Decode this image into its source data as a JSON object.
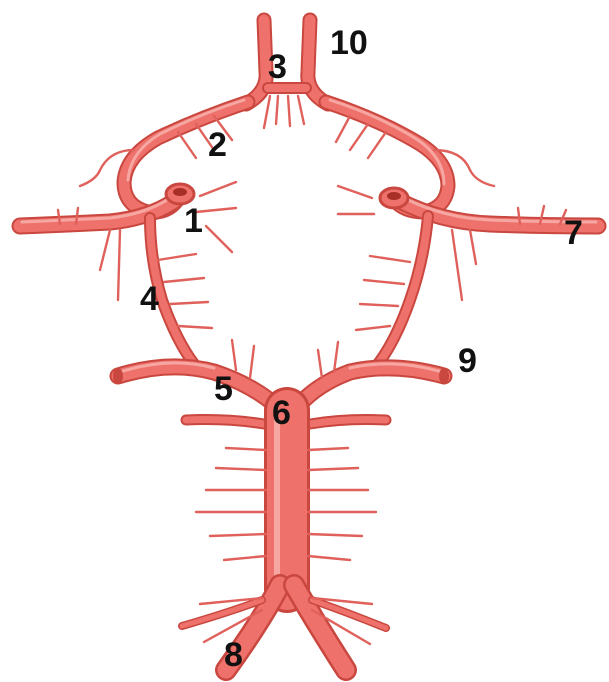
{
  "diagram": {
    "labels": [
      {
        "id": "l1",
        "text": "1"
      },
      {
        "id": "l2",
        "text": "2"
      },
      {
        "id": "l3",
        "text": "3"
      },
      {
        "id": "l4",
        "text": "4"
      },
      {
        "id": "l5",
        "text": "5"
      },
      {
        "id": "l6",
        "text": "6"
      },
      {
        "id": "l7",
        "text": "7"
      },
      {
        "id": "l8",
        "text": "8"
      },
      {
        "id": "l9",
        "text": "9"
      },
      {
        "id": "l10",
        "text": "10"
      }
    ],
    "colors": {
      "vessel_fill": "#ee716b",
      "vessel_outline": "#c9473f",
      "vessel_highlight": "#f7a7a2",
      "label_text": "#111111",
      "background": "#ffffff"
    }
  }
}
